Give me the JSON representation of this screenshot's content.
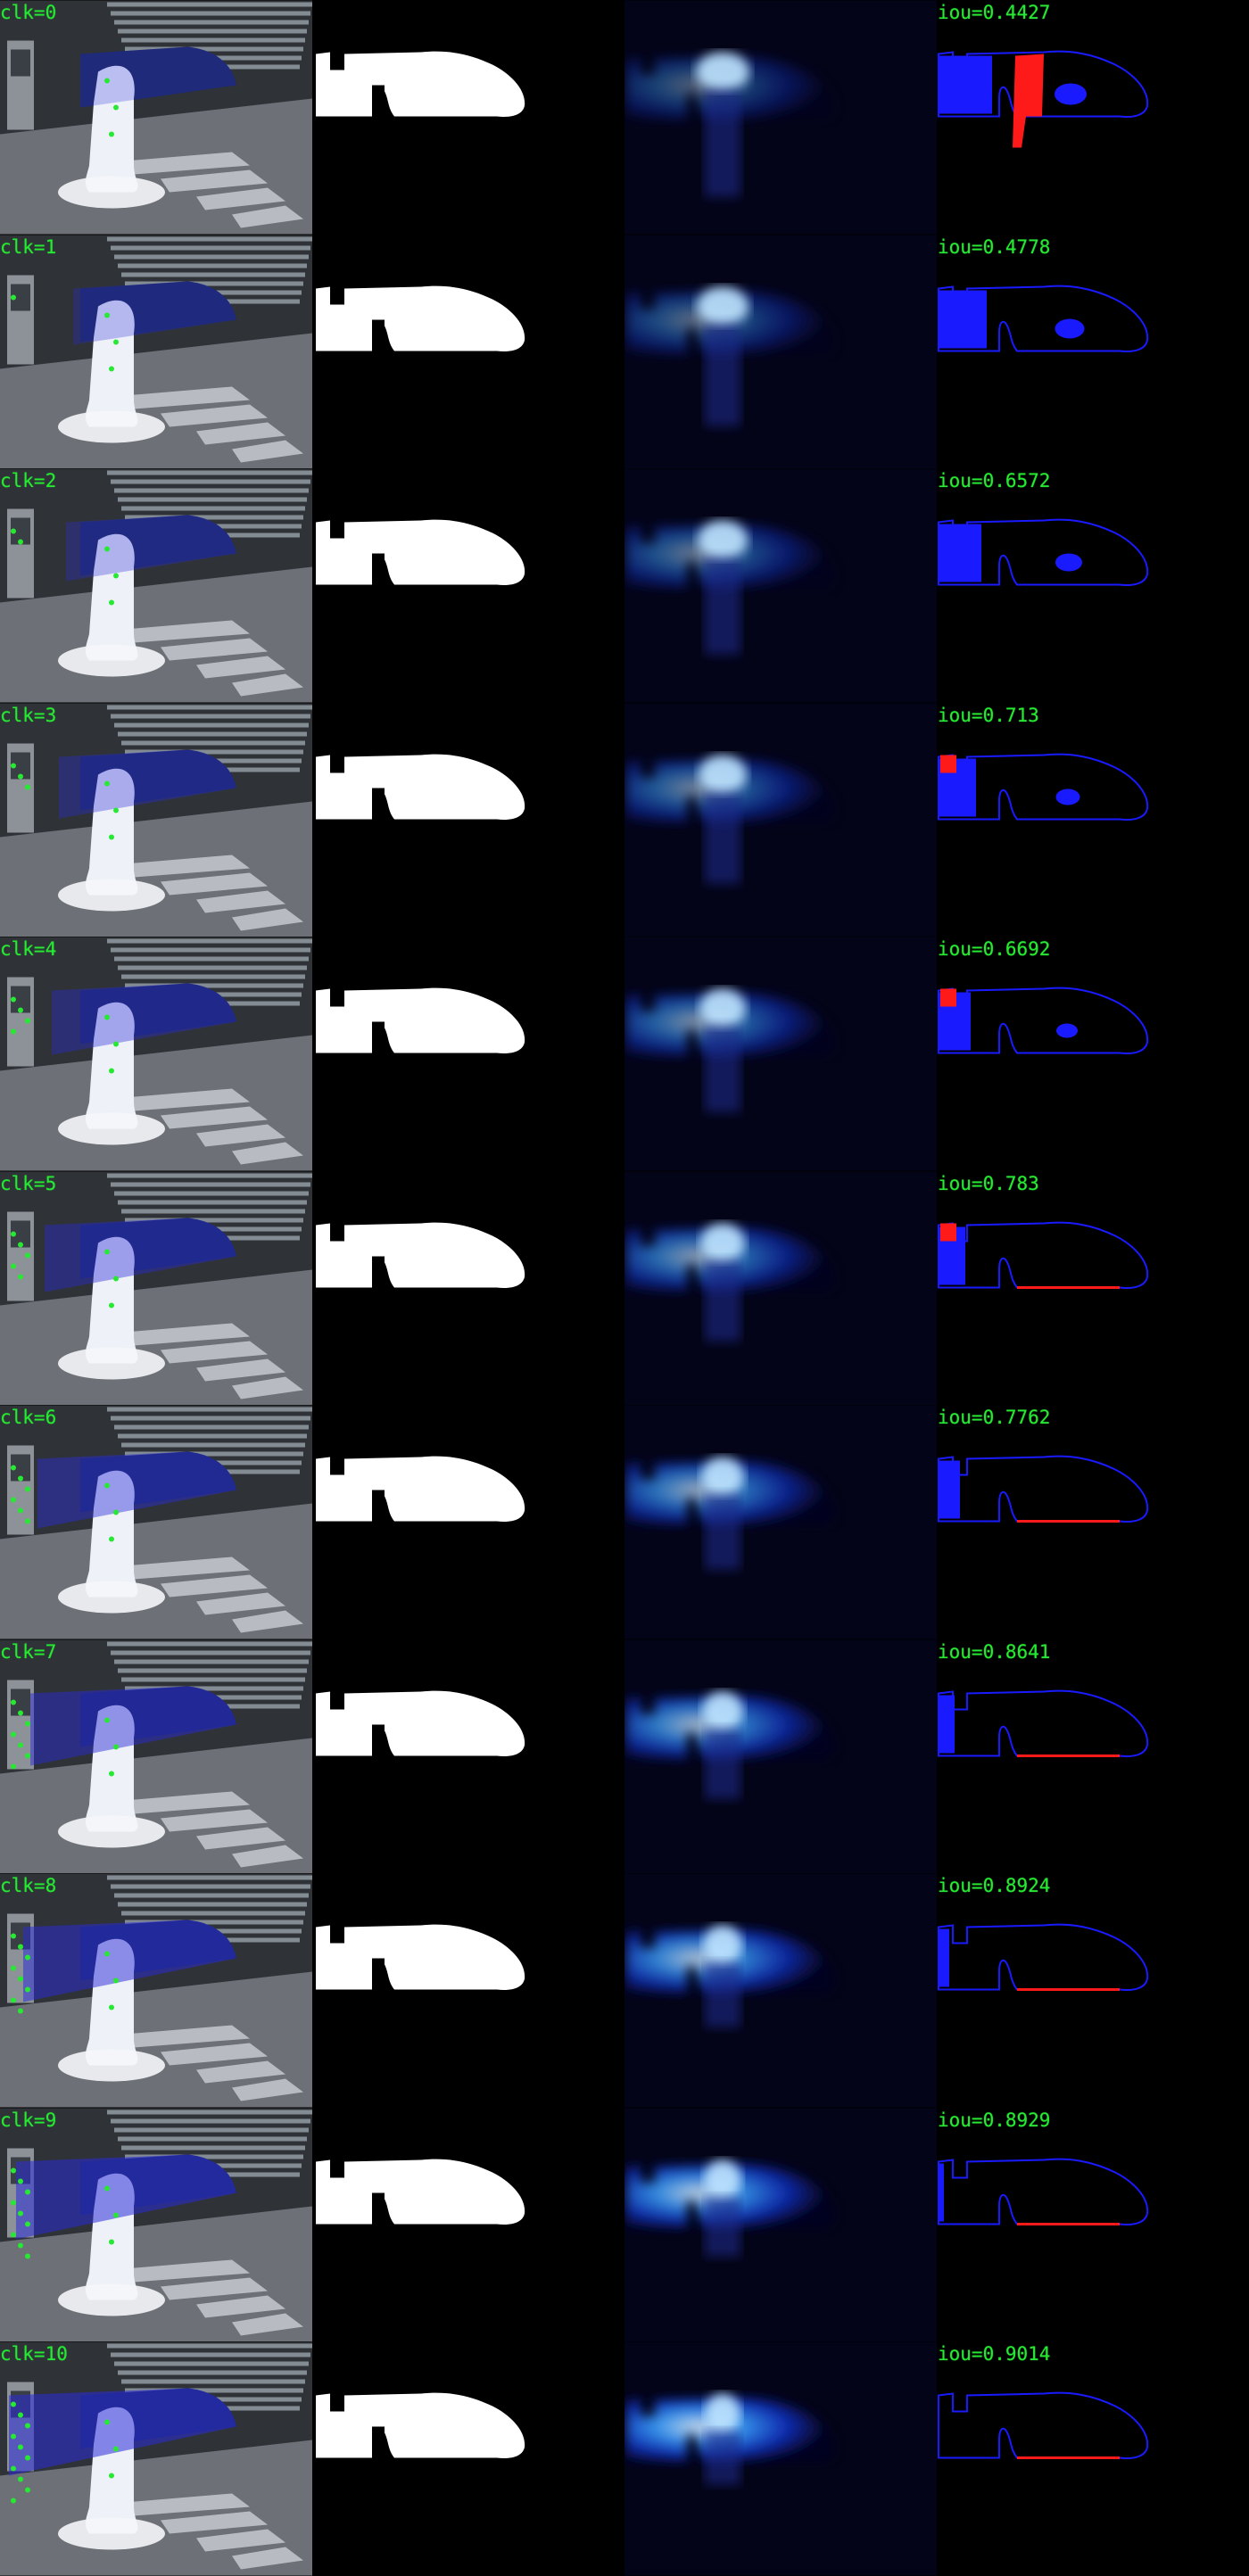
{
  "rows": [
    {
      "clk": "clk=0",
      "iou": "iou=0.4427"
    },
    {
      "clk": "clk=1",
      "iou": "iou=0.4778"
    },
    {
      "clk": "clk=2",
      "iou": "iou=0.6572"
    },
    {
      "clk": "clk=3",
      "iou": "iou=0.713"
    },
    {
      "clk": "clk=4",
      "iou": "iou=0.6692"
    },
    {
      "clk": "clk=5",
      "iou": "iou=0.783"
    },
    {
      "clk": "clk=6",
      "iou": "iou=0.7762"
    },
    {
      "clk": "clk=7",
      "iou": "iou=0.8641"
    },
    {
      "clk": "clk=8",
      "iou": "iou=0.8924"
    },
    {
      "clk": "clk=9",
      "iou": "iou=0.8929"
    },
    {
      "clk": "clk=10",
      "iou": "iou=0.9014"
    }
  ],
  "colors": {
    "label": "#27e832",
    "click_point": "#27e832",
    "false_negative": "#ff1a1a",
    "false_positive": "#1a1aff",
    "mask": "#ffffff",
    "prediction_overlay": "#2a2ad8"
  }
}
